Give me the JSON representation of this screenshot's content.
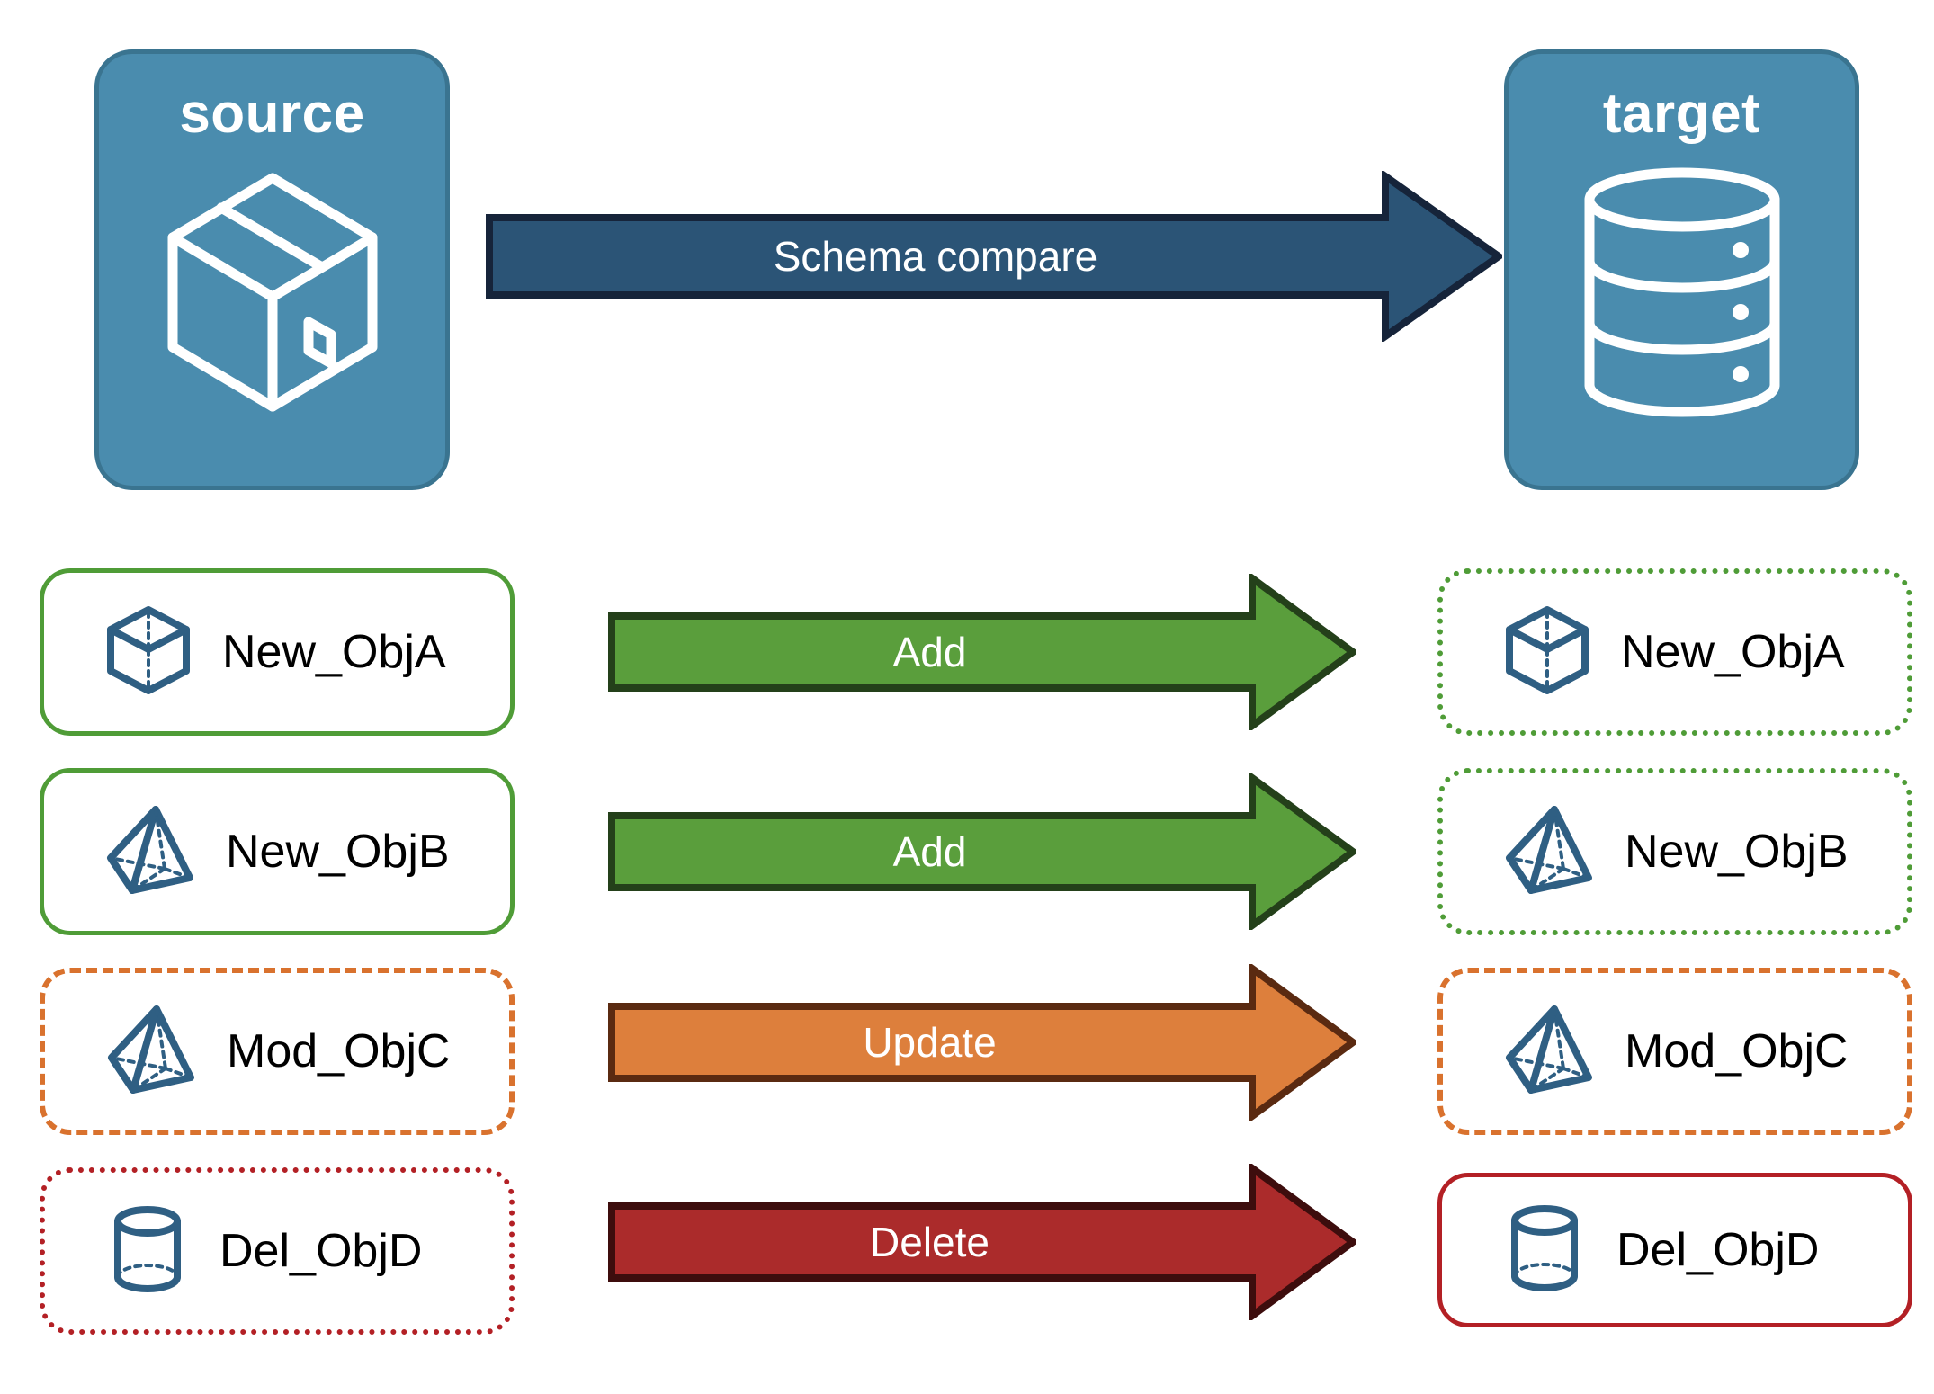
{
  "diagram": {
    "title": "Schema compare between source and target",
    "background": "#ffffff",
    "palette": {
      "endpoint_fill": "#4a8cae",
      "endpoint_stroke": "#3a7490",
      "compare_arrow_fill": "#2b5476",
      "compare_arrow_stroke": "#16243a",
      "add_fill": "#5a9e3c",
      "add_stroke": "#24401a",
      "update_fill": "#dd7f3c",
      "update_stroke": "#5a2a11",
      "delete_fill": "#ab2b2b",
      "delete_stroke": "#3d0d0d",
      "object_icon": "#2f5f83",
      "green": "#4f9c37",
      "orange": "#d9722e",
      "red": "#b32025",
      "text_dark": "#000000",
      "text_light": "#ffffff"
    }
  },
  "endpoints": {
    "source": {
      "label": "source",
      "icon": "package-box-icon"
    },
    "target": {
      "label": "target",
      "icon": "database-cylinder-icon"
    }
  },
  "compare": {
    "label": "Schema compare",
    "icon": "right-arrow-icon"
  },
  "rows": [
    {
      "action": "Add",
      "arrow_icon": "right-arrow-icon",
      "arrow_fill": "#5a9e3c",
      "arrow_stroke": "#24401a",
      "source": {
        "name": "New_ObjA",
        "icon": "wireframe-cube-icon",
        "border_style": "solid",
        "border_color": "#4f9c37"
      },
      "target": {
        "name": "New_ObjA",
        "icon": "wireframe-cube-icon",
        "border_style": "dotted",
        "border_color": "#4f9c37"
      }
    },
    {
      "action": "Add",
      "arrow_icon": "right-arrow-icon",
      "arrow_fill": "#5a9e3c",
      "arrow_stroke": "#24401a",
      "source": {
        "name": "New_ObjB",
        "icon": "wireframe-pyramid-icon",
        "border_style": "solid",
        "border_color": "#4f9c37"
      },
      "target": {
        "name": "New_ObjB",
        "icon": "wireframe-pyramid-icon",
        "border_style": "dotted",
        "border_color": "#4f9c37"
      }
    },
    {
      "action": "Update",
      "arrow_icon": "right-arrow-icon",
      "arrow_fill": "#dd7f3c",
      "arrow_stroke": "#5a2a11",
      "source": {
        "name": "Mod_ObjC",
        "icon": "wireframe-pyramid-icon",
        "border_style": "dashed",
        "border_color": "#d9722e"
      },
      "target": {
        "name": "Mod_ObjC",
        "icon": "wireframe-pyramid-icon",
        "border_style": "dashed",
        "border_color": "#d9722e"
      }
    },
    {
      "action": "Delete",
      "arrow_icon": "right-arrow-icon",
      "arrow_fill": "#ab2b2b",
      "arrow_stroke": "#3d0d0d",
      "source": {
        "name": "Del_ObjD",
        "icon": "wireframe-cylinder-icon",
        "border_style": "dotted",
        "border_color": "#b32025"
      },
      "target": {
        "name": "Del_ObjD",
        "icon": "wireframe-cylinder-icon",
        "border_style": "solid",
        "border_color": "#b32025"
      }
    }
  ]
}
